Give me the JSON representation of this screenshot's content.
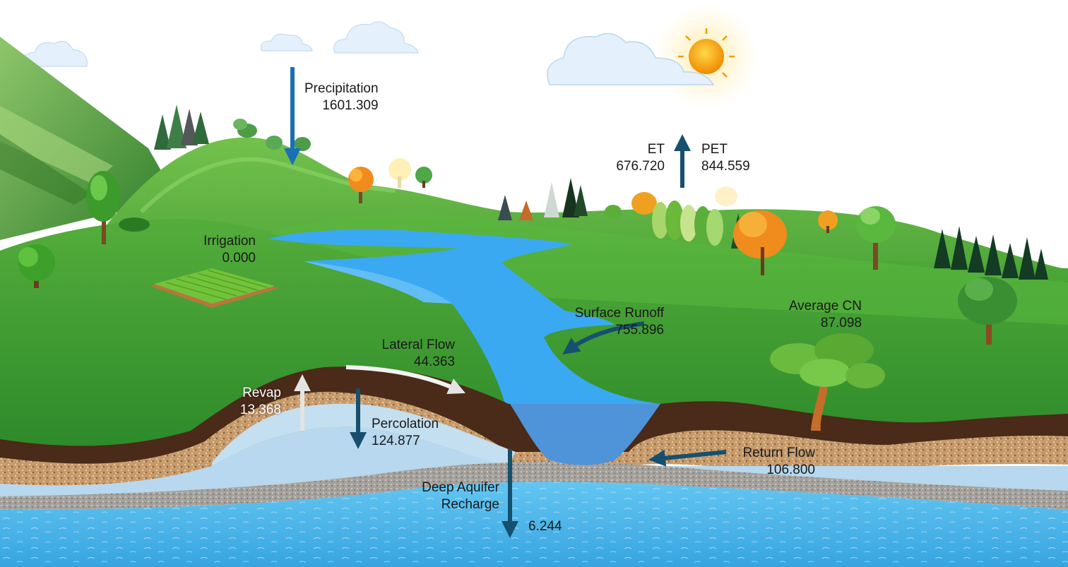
{
  "labels": {
    "precipitation": {
      "name": "Precipitation",
      "value": "1601.309"
    },
    "et": {
      "name": "ET",
      "value": "676.720"
    },
    "pet": {
      "name": "PET",
      "value": "844.559"
    },
    "irrigation": {
      "name": "Irrigation",
      "value": "0.000"
    },
    "surface_runoff": {
      "name": "Surface Runoff",
      "value": "755.896"
    },
    "average_cn": {
      "name": "Average CN",
      "value": "87.098"
    },
    "lateral_flow": {
      "name": "Lateral Flow",
      "value": "44.363"
    },
    "revap": {
      "name": "Revap",
      "value": "13.368"
    },
    "percolation": {
      "name": "Percolation",
      "value": "124.877"
    },
    "return_flow": {
      "name": "Return Flow",
      "value": "106.800"
    },
    "deep_aquifer": {
      "name_line1": "Deep Aquifer",
      "name_line2": "Recharge",
      "value": "6.244"
    }
  },
  "colors": {
    "arrow_dark": "#16506e",
    "arrow_blue": "#1a6fb5",
    "arrow_light": "#e4e4e4",
    "river": "#3aa9f2",
    "aquifer": "#4db7ec",
    "grass": "#3a9d2e",
    "soil": "#4a2a18"
  }
}
